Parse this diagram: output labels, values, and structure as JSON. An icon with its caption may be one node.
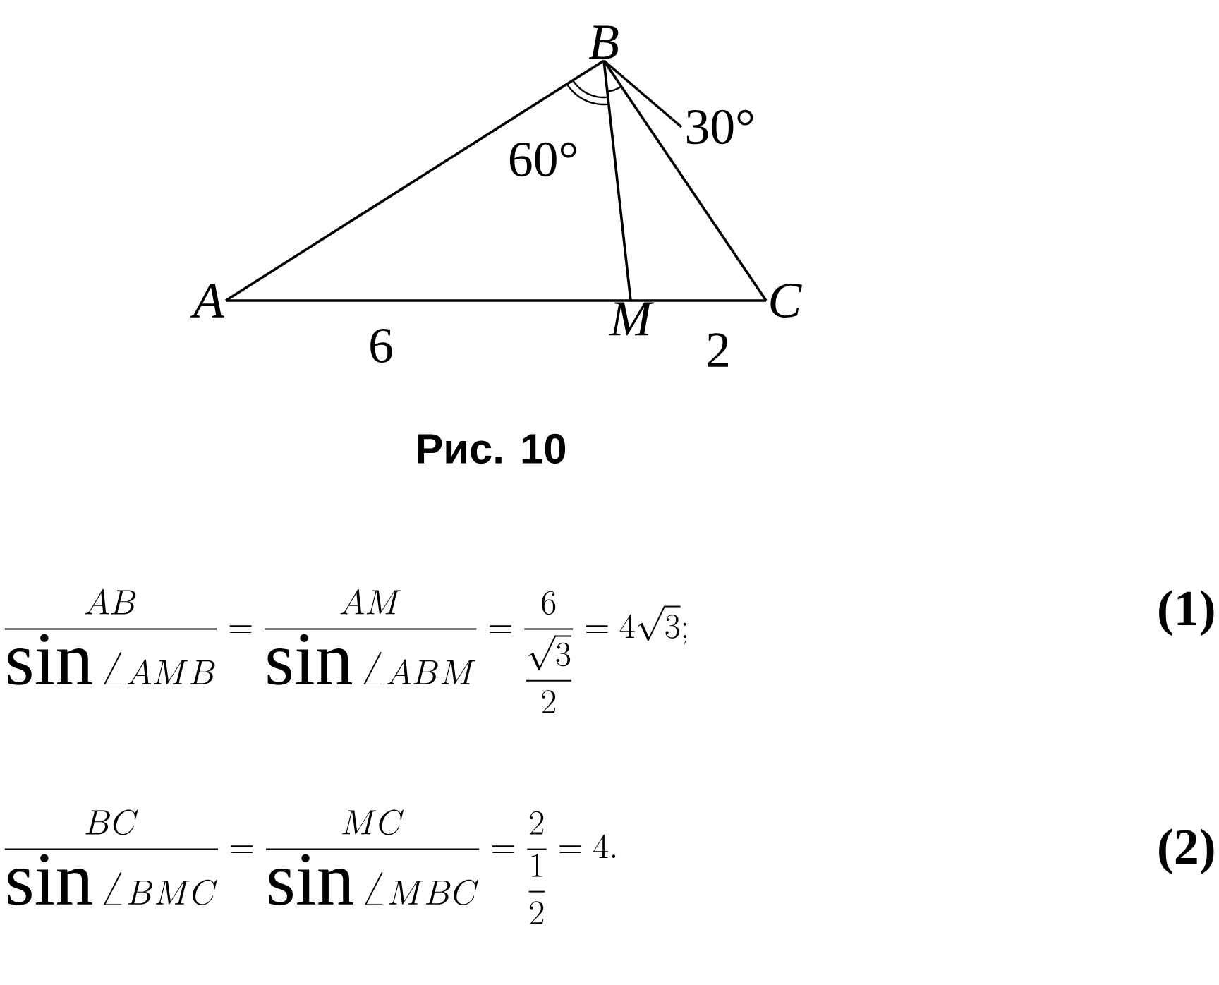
{
  "diagram": {
    "caption": "Рис. 10",
    "nodes": [
      {
        "text": [
          "B"
        ]
      },
      {
        "text": [
          "A"
        ]
      },
      {
        "text": [
          "C"
        ]
      },
      {
        "text": [
          "M"
        ]
      },
      {
        "text": [
          "30°"
        ]
      }
    ],
    "edges": [
      {
        "from": 1,
        "to": 0,
        "arrow": "none"
      },
      {
        "from": 0,
        "to": 2,
        "arrow": "none"
      },
      {
        "from": 1,
        "to": 3,
        "arrow": "none",
        "label": "6"
      },
      {
        "from": 3,
        "to": 2,
        "arrow": "none",
        "label": "2"
      },
      {
        "from": 0,
        "to": 3,
        "arrow": "none"
      },
      {
        "from": 4,
        "to": 0,
        "arrow": "none"
      }
    ],
    "labels": [
      "60°",
      "\\dfrac{AB}{\\sin\\angle AMB}=\\dfrac{AM}{\\sin\\angle ABM}=\\dfrac{6}{\\dfrac{\\sqrt{3}}{2}}=4\\sqrt{3};",
      "(1)",
      "\\dfrac{BC}{\\sin\\angle BMC}=\\dfrac{MC}{\\sin\\angle MBC}=\\dfrac{2}{\\dfrac{1}{2}}=4.",
      "(2)"
    ]
  }
}
